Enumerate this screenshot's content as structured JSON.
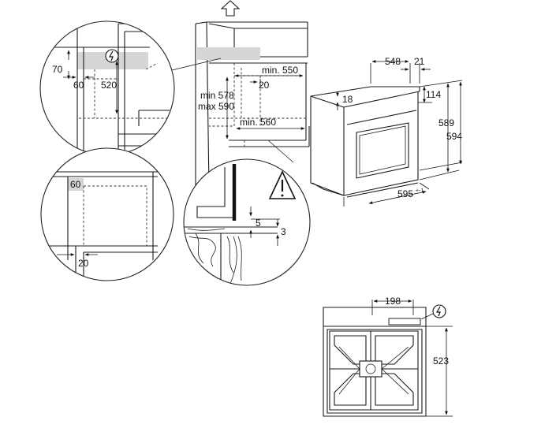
{
  "detail_top_left": {
    "dims": [
      "70",
      "60",
      "520"
    ]
  },
  "front_view": {
    "dims": [
      "min. 550",
      "20",
      "min 578",
      "max 590",
      "min. 560"
    ]
  },
  "side_view": {
    "dims": [
      "548",
      "21",
      "18",
      "114",
      "589",
      "594",
      "595",
      "+-1"
    ]
  },
  "detail_bottom_left": {
    "dims": [
      "60",
      "20"
    ]
  },
  "detail_bottom_center": {
    "dims": [
      "5",
      "3"
    ]
  },
  "top_view": {
    "dims": [
      "198",
      "523"
    ]
  },
  "icons": [
    "arrow-up-icon",
    "electric-connection-icon",
    "warning-triangle-icon"
  ]
}
